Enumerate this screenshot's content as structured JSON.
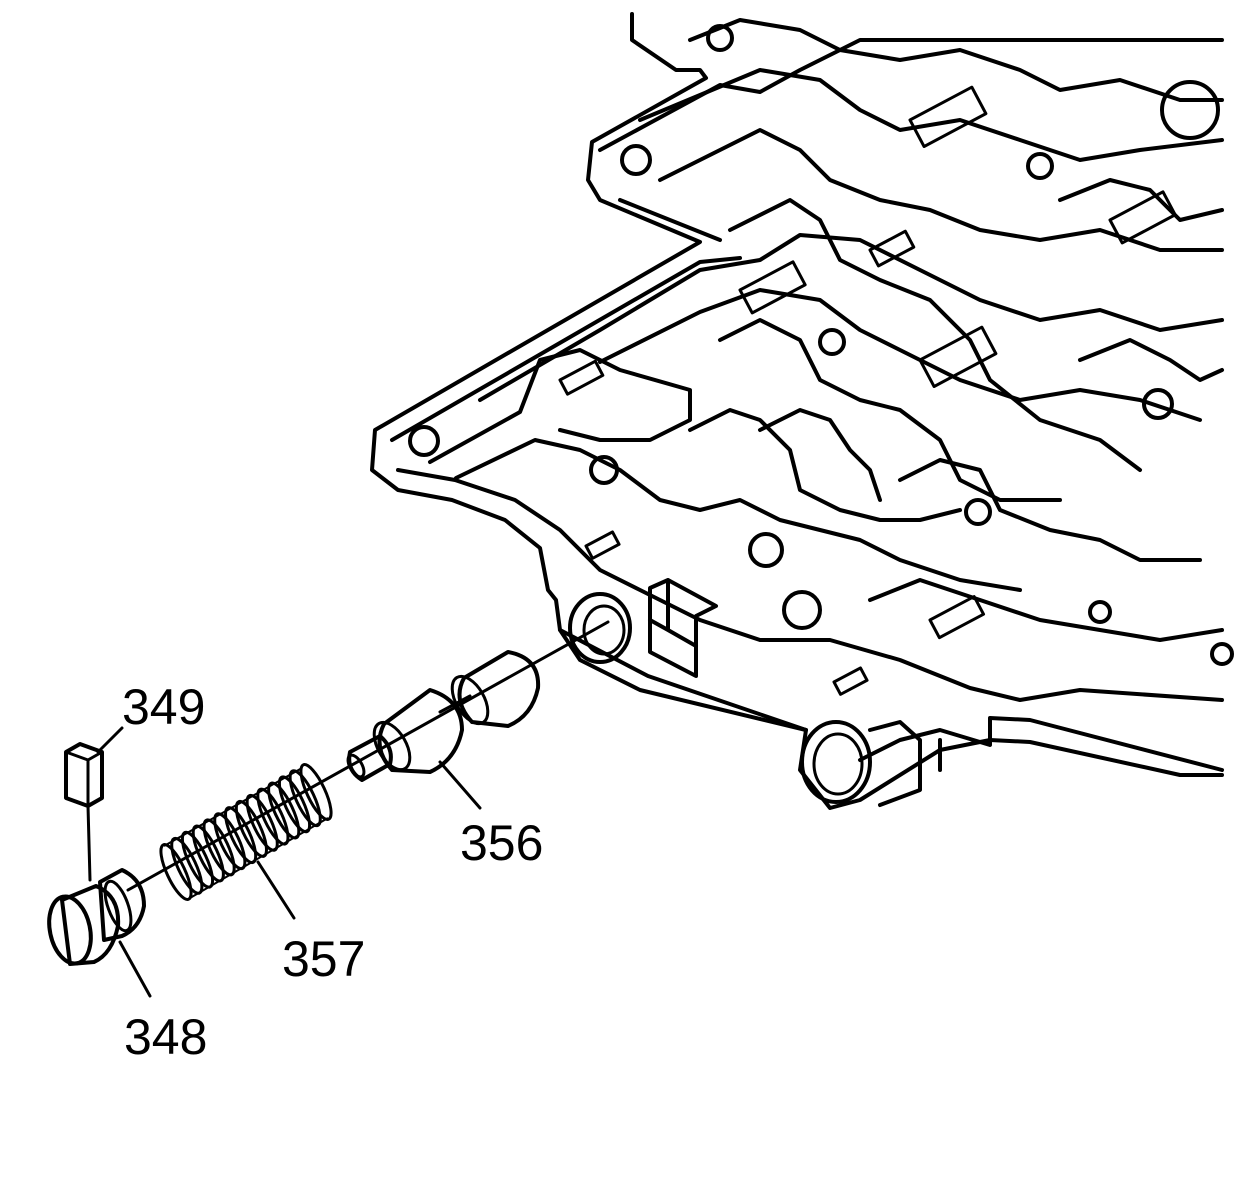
{
  "figure": {
    "ink_color": "#000000",
    "background_color": "#ffffff",
    "callouts": [
      {
        "id": "349",
        "label": "349"
      },
      {
        "id": "348",
        "label": "348"
      },
      {
        "id": "357",
        "label": "357"
      },
      {
        "id": "356",
        "label": "356"
      }
    ]
  }
}
